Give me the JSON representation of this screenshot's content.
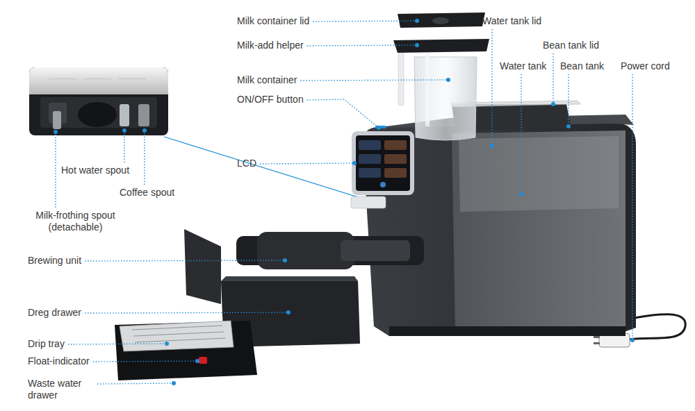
{
  "diagram": {
    "labels": [
      "Milk container lid",
      "Water tank lid",
      "Milk-add helper",
      "Bean tank lid",
      "Milk container",
      "Water tank",
      "Bean tank",
      "Power cord",
      "ON/OFF button",
      "LCD",
      "Hot water spout",
      "Coffee spout",
      "Milk-frothing spout (detachable)",
      "Brewing unit",
      "Dreg drawer",
      "Drip tray",
      "Float-indicator",
      "Waste water drawer"
    ]
  }
}
